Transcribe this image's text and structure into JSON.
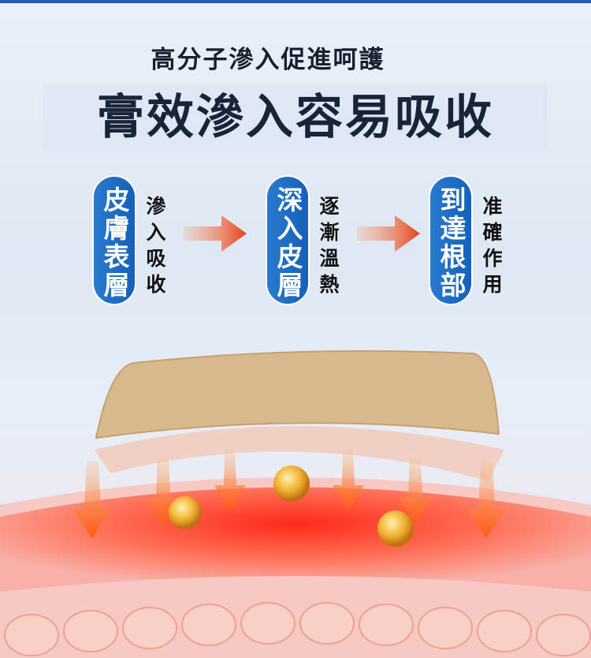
{
  "header": {
    "subtitle": "高分子滲入促進呵護",
    "title": "膏效滲入容易吸收"
  },
  "steps": [
    {
      "label": "皮膚表層",
      "desc": "滲入吸收"
    },
    {
      "label": "深入皮層",
      "desc": "逐漸溫熱"
    },
    {
      "label": "到達根部",
      "desc": "准確作用"
    }
  ],
  "colors": {
    "accent": "#1560b8",
    "arrow": "#f05a1a",
    "patch": "#d8b98c",
    "skin": "#f06a5a"
  }
}
